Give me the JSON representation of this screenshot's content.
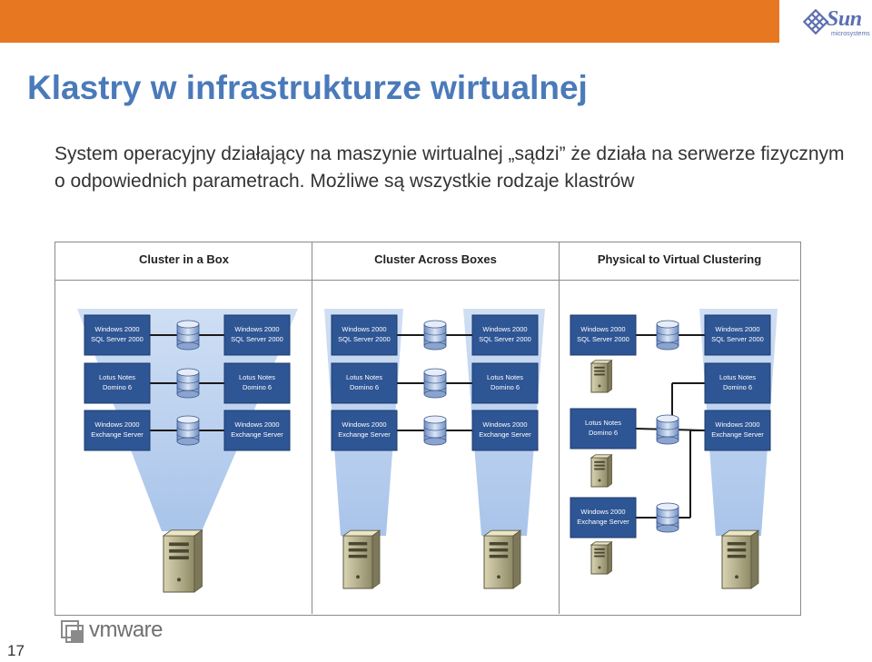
{
  "slide": {
    "title": "Klastry w infrastrukturze wirtualnej",
    "body": "System operacyjny działający na maszynie wirtualnej „sądzi” że działa na serwerze fizycznym o odpowiednich parametrach. Możliwe są wszystkie rodzaje klastrów",
    "page_number": "17"
  },
  "logos": {
    "sun_word": "Sun",
    "sun_sub": "microsystems",
    "vmware": "vmware"
  },
  "diagram": {
    "panels": [
      {
        "title": "Cluster in a Box"
      },
      {
        "title": "Cluster Across Boxes"
      },
      {
        "title": "Physical to Virtual Clustering"
      }
    ],
    "vm_labels": {
      "sql": [
        "Windows 2000",
        "SQL Server 2000"
      ],
      "lotus": [
        "Lotus Notes",
        "Domino 6"
      ],
      "exchange": [
        "Windows 2000",
        "Exchange Server"
      ]
    }
  },
  "colors": {
    "top_bar": "#e87722",
    "title": "#4a7ab9",
    "vm_box": "#2e5594",
    "beam": "#b7cfee"
  }
}
